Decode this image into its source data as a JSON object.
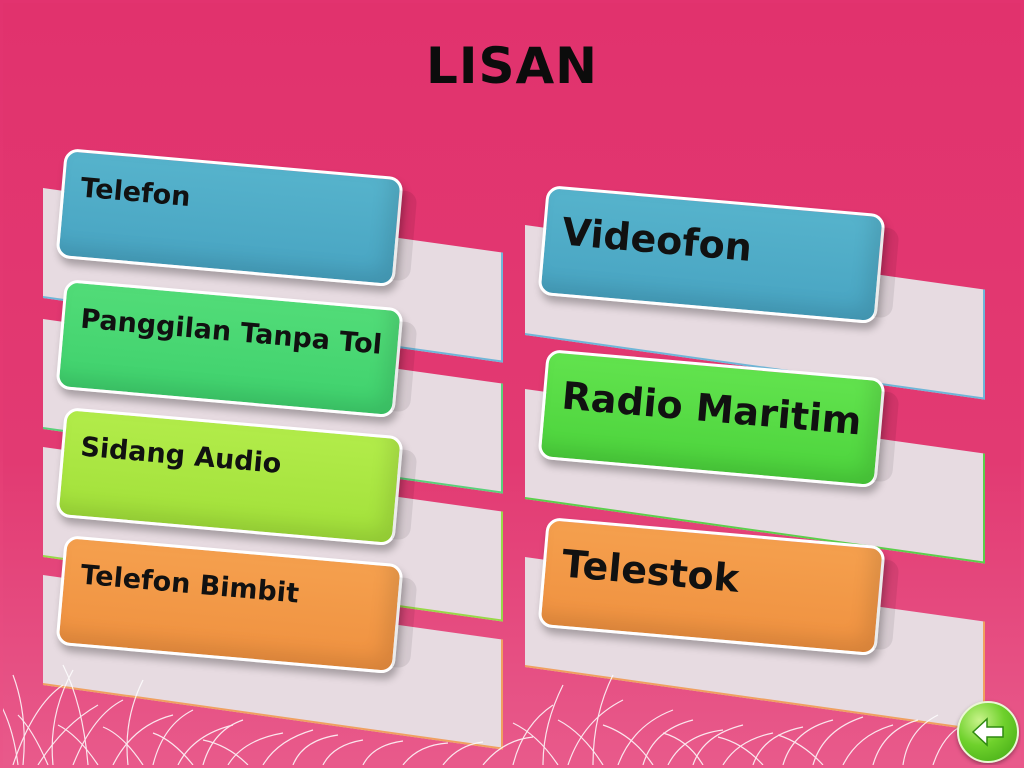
{
  "title": "LISAN",
  "left_column": [
    {
      "label": "Telefon",
      "color": "#48a4c2"
    },
    {
      "label": "Panggilan Tanpa Tol",
      "color": "#3fd16d"
    },
    {
      "label": "Sidang Audio",
      "color": "#a2e03a"
    },
    {
      "label": "Telefon Bimbit",
      "color": "#ef9140"
    }
  ],
  "right_column": [
    {
      "label": "Videofon",
      "color": "#48a4c2"
    },
    {
      "label": "Radio Maritim",
      "color": "#4cd33c"
    },
    {
      "label": "Telestok",
      "color": "#ef9140"
    }
  ],
  "colors": {
    "background": "#e2336f",
    "card_back": "#e7dbe1"
  },
  "nav": {
    "back_icon": "arrow-left-icon"
  }
}
